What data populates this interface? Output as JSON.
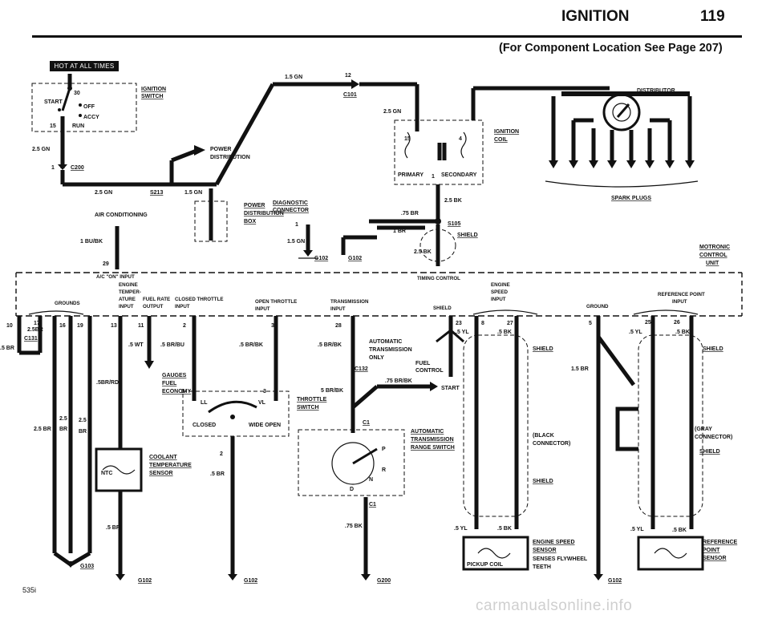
{
  "header": {
    "title": "IGNITION",
    "page_number": "119",
    "subtitle": "(For Component Location See Page 207)",
    "hot_badge": "HOT AT ALL TIMES"
  },
  "footer": {
    "model": "535i",
    "watermark": "carmanualsonline.info"
  },
  "ignition_switch": {
    "name": "IGNITION SWITCH",
    "start": "START",
    "off": "OFF",
    "acc": "ACCY",
    "run": "RUN",
    "t30": "30",
    "t15": "15"
  },
  "power_distribution": "POWER DISTRIBUTION",
  "connectors": {
    "c200": "C200",
    "c101": "C101",
    "c131": "C131",
    "c132": "C132",
    "c1": "C1",
    "s213": "S213",
    "s105": "S105",
    "g102": "G102",
    "g103": "G103",
    "g200": "G200"
  },
  "wires": {
    "gn25": "2.5 GN",
    "gn15": "1.5 GN",
    "bk25": "2.5 BK",
    "br75": ".75 BR",
    "br1": "1 BR",
    "bubk": "1 BU/BK",
    "brbk5": ".5 BR/BK",
    "br5": ".5 BR",
    "brbu5": ".5 BR/BU",
    "brrd5": ".5BR/RD",
    "wt5": ".5 WT",
    "yl5": ".5 YL",
    "bk5": ".5 BK",
    "bk75": ".75 BK",
    "brbk75": ".75 BR/BK",
    "br25": "2.5 BR",
    "br15": "1.5 BR",
    "n12": "12",
    "n1": "1",
    "n2": "2",
    "n3": "3",
    "n4": "4",
    "n11": "11",
    "n13": "13",
    "n15": "15",
    "n16": "16",
    "n17": "17",
    "n19": "19",
    "n23": "23",
    "n25": "25",
    "n26": "26",
    "n27": "27",
    "n28": "28",
    "n29": "29",
    "n5": "5",
    "n8": "8",
    "n10": "10"
  },
  "components": {
    "ignition_coil": "IGNITION COIL",
    "primary": "PRIMARY",
    "secondary": "SECONDARY",
    "distributor": "DISTRIBUTOR",
    "spark_plugs": "SPARK PLUGS",
    "power_box": "POWER DISTRIBUTION BOX",
    "diag_conn": "DIAGNOSTIC CONNECTOR",
    "air_cond": "AIR CONDITIONING",
    "shield": "SHIELD",
    "motronic": "MOTRONIC CONTROL UNIT",
    "ac_on": "A/C \"ON\" INPUT",
    "timing": "TIMING CONTROL",
    "grounds": "GROUNDS",
    "engine_temp": "ENGINE TEMPER- ATURE INPUT",
    "fuel_rate": "FUEL RATE OUTPUT",
    "closed_throttle": "CLOSED THROTTLE INPUT",
    "open_throttle": "OPEN THROTTLE INPUT",
    "trans_input": "TRANSMISSION INPUT",
    "engine_speed_input": "ENGINE SPEED INPUT",
    "ground": "GROUND",
    "ref_point_input": "REFERENCE POINT INPUT",
    "auto_trans_only": "AUTOMATIC TRANSMISSION ONLY",
    "fuel_control": "FUEL CONTROL",
    "start": "START",
    "throttle_switch": "THROTTLE SWITCH",
    "ll": "LL",
    "vl": "VL",
    "closed": "CLOSED",
    "wide_open": "WIDE OPEN",
    "gauges": "GAUGES",
    "fuel": "FUEL",
    "economy": "ECONOMY",
    "coolant_sensor": "COOLANT TEMPERATURE SENSOR",
    "ntc": "NTC",
    "range_switch": "AUTOMATIC TRANSMISSION RANGE SWITCH",
    "black_conn": "(BLACK CONNECTOR)",
    "gray_conn": "(GRAY CONNECTOR)",
    "engine_speed_sensor": "ENGINE SPEED SENSOR",
    "senses_teeth": "SENSES FLYWHEEL TEETH",
    "pickup_coil": "PICKUP COIL",
    "ref_point_sensor": "REFERENCE POINT SENSOR",
    "gear_p": "P",
    "gear_r": "R",
    "gear_n": "N",
    "gear_d": "D"
  }
}
